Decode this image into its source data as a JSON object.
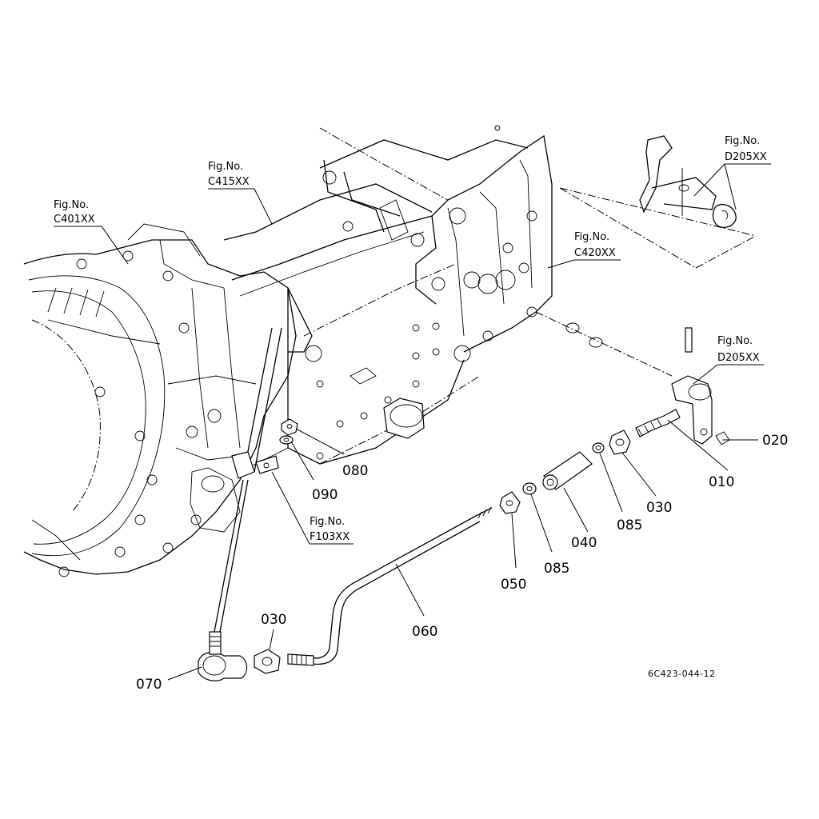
{
  "fig_refs": [
    {
      "id": "c401",
      "title": "Fig.No.",
      "code": "C401XX"
    },
    {
      "id": "c415",
      "title": "Fig.No.",
      "code": "C415XX"
    },
    {
      "id": "d205_top",
      "title": "Fig.No.",
      "code": "D205XX"
    },
    {
      "id": "c420",
      "title": "Fig.No.",
      "code": "C420XX"
    },
    {
      "id": "d205_mid",
      "title": "Fig.No.",
      "code": "D205XX"
    },
    {
      "id": "f103",
      "title": "Fig.No.",
      "code": "F103XX"
    }
  ],
  "parts": [
    {
      "id": "p020",
      "label": "020"
    },
    {
      "id": "p010",
      "label": "010"
    },
    {
      "id": "p030a",
      "label": "030"
    },
    {
      "id": "p085a",
      "label": "085"
    },
    {
      "id": "p040",
      "label": "040"
    },
    {
      "id": "p085b",
      "label": "085"
    },
    {
      "id": "p050",
      "label": "050"
    },
    {
      "id": "p060",
      "label": "060"
    },
    {
      "id": "p030b",
      "label": "030"
    },
    {
      "id": "p070",
      "label": "070"
    },
    {
      "id": "p080",
      "label": "080"
    },
    {
      "id": "p090",
      "label": "090"
    }
  ],
  "drawing_code": "6C423-044-12"
}
